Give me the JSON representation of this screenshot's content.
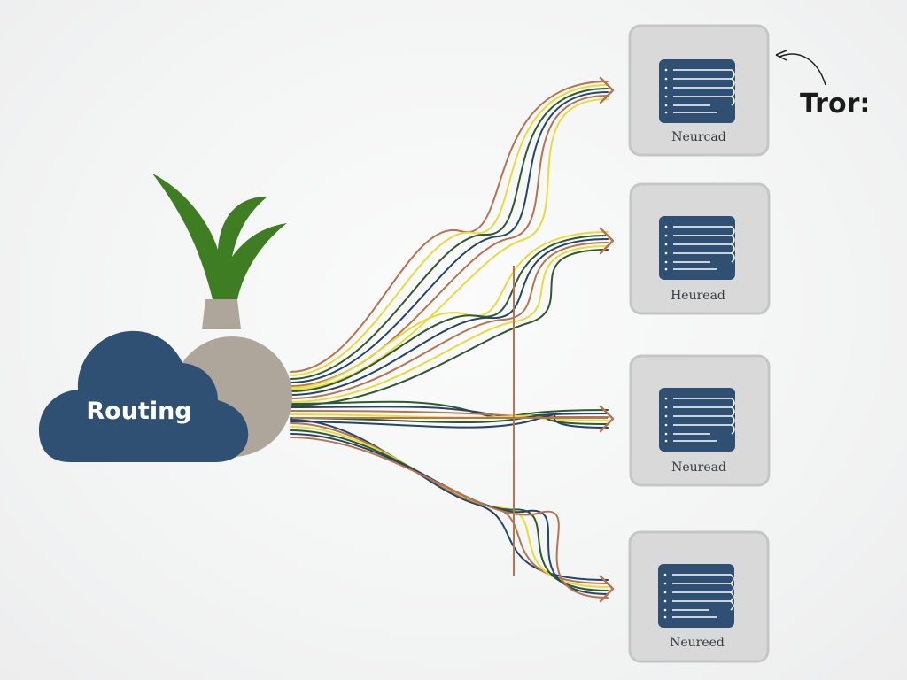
{
  "source": {
    "label": "Routing",
    "cloud_color": "#2f4f73",
    "bulb_color": "#aea69a",
    "leaf_color": "#3f7d22"
  },
  "destinations": [
    {
      "id": "dest-1",
      "label": "Neurcad"
    },
    {
      "id": "dest-2",
      "label": "Heuread"
    },
    {
      "id": "dest-3",
      "label": "Neuread"
    },
    {
      "id": "dest-4",
      "label": "Neureed"
    }
  ],
  "annotation": {
    "label": "Tror:"
  },
  "colors": {
    "card_fill": "#d9d9d9",
    "card_stroke": "#c6c6c6",
    "screen_fill": "#2f4f73",
    "line_brown": "#b8734f",
    "line_yellow": "#e8dc3a",
    "line_green": "#2f5a2d",
    "line_navy": "#26456b",
    "arrow": "#b8734f"
  }
}
